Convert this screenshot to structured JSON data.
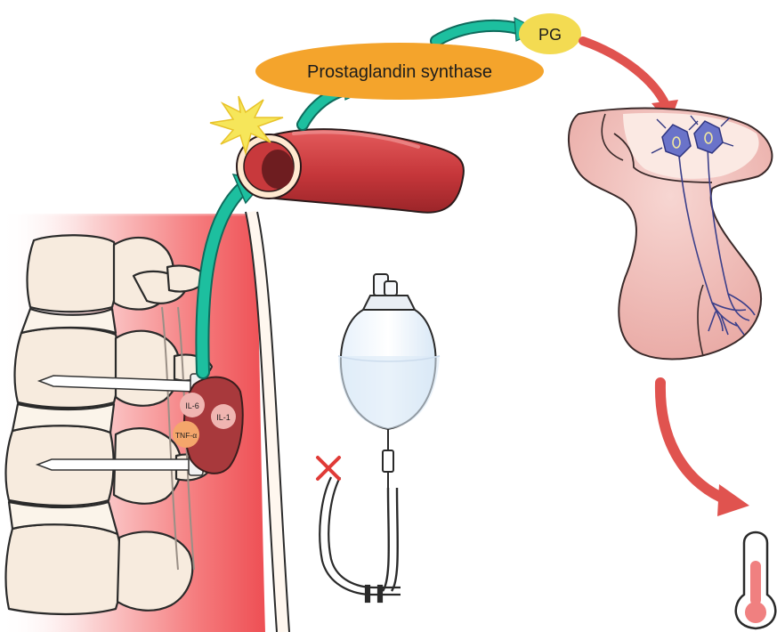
{
  "labels": {
    "enzyme": "Prostaglandin synthase",
    "pg": "PG",
    "il6": "IL-6",
    "il1": "IL-1",
    "tnf": "TNF-α"
  },
  "colors": {
    "teal_arrow": "#19b99a",
    "red_arrow": "#e0534f",
    "enzyme_fill": "#f4a42c",
    "pg_fill": "#f3db52",
    "vessel": "#c8393c",
    "red_field": "#ef5a5e",
    "hypothalamus": "#f1c1bd",
    "neuron": "#6a73c9",
    "thermometer_fill": "#f08080",
    "bone": "#f7ebde"
  },
  "icons": {
    "spark": "flash-icon",
    "drain": "drainage-bag-icon",
    "cross": "x-mark-icon",
    "thermo": "thermometer-icon"
  }
}
